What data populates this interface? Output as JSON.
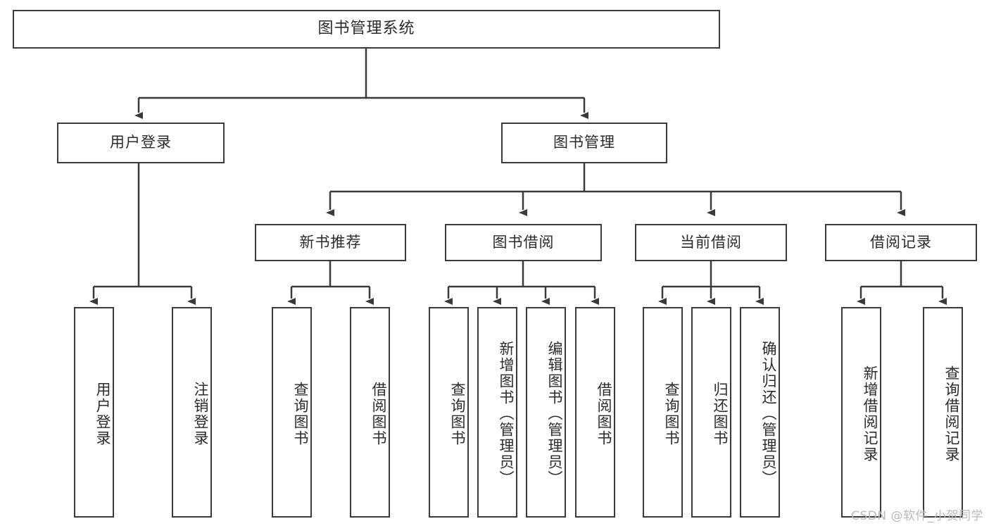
{
  "diagram": {
    "title": "图书管理系统",
    "type": "tree-hierarchy-functional-decomposition",
    "root": {
      "id": "root",
      "label": "图书管理系统"
    },
    "level2": [
      {
        "id": "user-login",
        "label": "用户登录"
      },
      {
        "id": "book-management",
        "label": "图书管理"
      }
    ],
    "level3": [
      {
        "id": "new-book-recommend",
        "label": "新书推荐",
        "parent": "book-management"
      },
      {
        "id": "book-borrow",
        "label": "图书借阅",
        "parent": "book-management"
      },
      {
        "id": "current-borrow",
        "label": "当前借阅",
        "parent": "book-management"
      },
      {
        "id": "borrow-record",
        "label": "借阅记录",
        "parent": "book-management"
      }
    ],
    "leaves": [
      {
        "id": "leaf-user-login",
        "label": "用户登录",
        "parent": "user-login"
      },
      {
        "id": "leaf-logout",
        "label": "注销登录",
        "parent": "user-login"
      },
      {
        "id": "leaf-query-book-1",
        "label": "查询图书",
        "parent": "new-book-recommend"
      },
      {
        "id": "leaf-borrow-book-1",
        "label": "借阅图书",
        "parent": "new-book-recommend"
      },
      {
        "id": "leaf-query-book-2",
        "label": "查询图书",
        "parent": "book-borrow"
      },
      {
        "id": "leaf-add-book",
        "label": "新增图书（管理员）",
        "parent": "book-borrow"
      },
      {
        "id": "leaf-edit-book",
        "label": "编辑图书（管理员）",
        "parent": "book-borrow"
      },
      {
        "id": "leaf-borrow-book-2",
        "label": "借阅图书",
        "parent": "book-borrow"
      },
      {
        "id": "leaf-query-book-3",
        "label": "查询图书",
        "parent": "current-borrow"
      },
      {
        "id": "leaf-return-book",
        "label": "归还图书",
        "parent": "current-borrow"
      },
      {
        "id": "leaf-confirm-return",
        "label": "确认归还（管理员）",
        "parent": "current-borrow"
      },
      {
        "id": "leaf-add-record",
        "label": "新增借阅记录",
        "parent": "borrow-record"
      },
      {
        "id": "leaf-query-record",
        "label": "查询借阅记录",
        "parent": "borrow-record"
      }
    ],
    "colors": {
      "stroke": "#3a3a3a",
      "text": "#2b2b2b",
      "background": "#ffffff",
      "watermark": "#b9b9b9"
    }
  },
  "watermark": {
    "text": "CSDN @软件_小贺同学"
  }
}
